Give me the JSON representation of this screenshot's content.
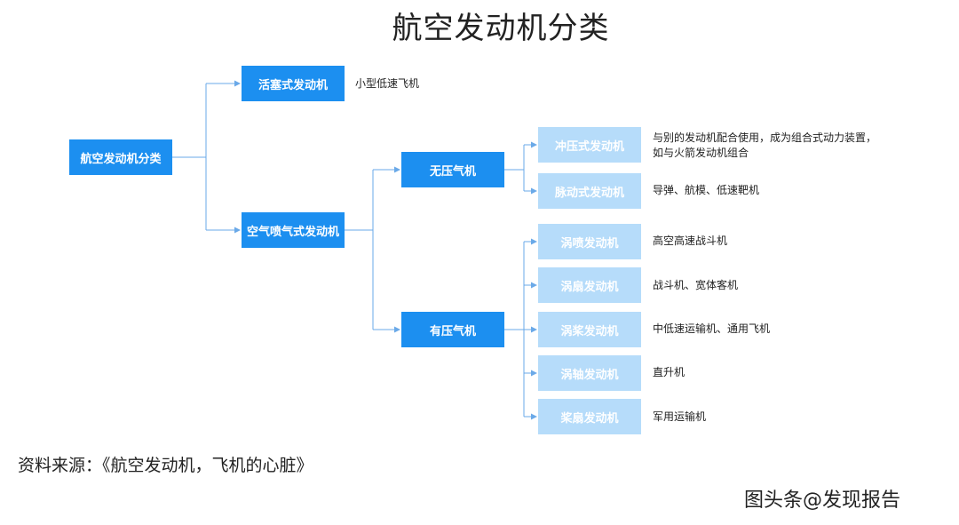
{
  "title": "航空发动机分类",
  "root": "航空发动机分类",
  "piston": {
    "label": "活塞式发动机",
    "note": "小型低速飞机"
  },
  "airbreathing": {
    "label": "空气喷气式发动机"
  },
  "no_compressor": {
    "label": "无压气机",
    "children": [
      {
        "label": "冲压式发动机",
        "note": "与别的发动机配合使用，成为组合式动力装置，",
        "note2": "如与火箭发动机组合"
      },
      {
        "label": "脉动式发动机",
        "note": "导弹、航模、低速靶机"
      }
    ]
  },
  "compressor": {
    "label": "有压气机",
    "children": [
      {
        "label": "涡喷发动机",
        "note": "高空高速战斗机"
      },
      {
        "label": "涡扇发动机",
        "note": "战斗机、宽体客机"
      },
      {
        "label": "涡桨发动机",
        "note": "中低速运输机、通用飞机"
      },
      {
        "label": "涡轴发动机",
        "note": "直升机"
      },
      {
        "label": "桨扇发动机",
        "note": "军用运输机"
      }
    ]
  },
  "source": "资料来源：《航空发动机，飞机的心脏》",
  "watermark": "图头条@发现报告",
  "colors": {
    "dark_node": "#1c8ff0",
    "light_node": "#b6dcfa",
    "connector": "#6aa9e8"
  }
}
